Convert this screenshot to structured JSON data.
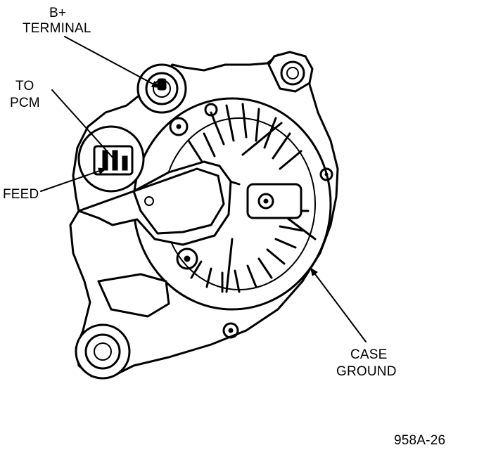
{
  "labels": {
    "b_plus_line1": "B+",
    "b_plus_line2": "TERMINAL",
    "to_pcm_line1": "TO",
    "to_pcm_line2": "PCM",
    "feed": "FEED",
    "case_ground_line1": "CASE",
    "case_ground_line2": "GROUND",
    "figure_id": "958A-26"
  },
  "colors": {
    "ink": "#000000",
    "paper": "#ffffff"
  }
}
